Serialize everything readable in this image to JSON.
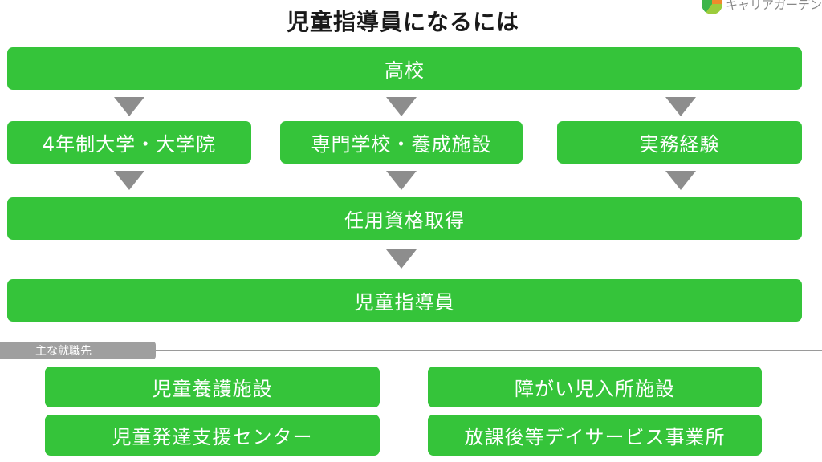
{
  "title": "児童指導員になるには",
  "logo_text": "キャリアガーデン",
  "colors": {
    "box": "#35c43a",
    "arrow": "#8d8d8d",
    "tag": "#9f9f9f"
  },
  "flow": {
    "step1": "高校",
    "routes": [
      "4年制大学・大学院",
      "専門学校・養成施設",
      "実務経験"
    ],
    "step3": "任用資格取得",
    "step4": "児童指導員"
  },
  "employment": {
    "label": "主な就職先",
    "places": [
      "児童養護施設",
      "障がい児入所施設",
      "児童発達支援センター",
      "放課後等デイサービス事業所"
    ]
  }
}
